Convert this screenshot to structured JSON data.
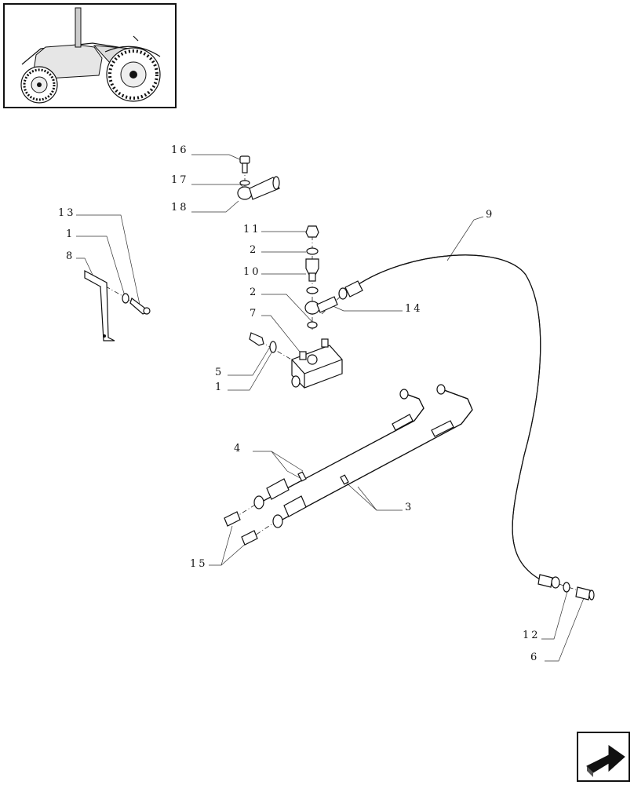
{
  "labels": {
    "l16": "16",
    "l17": "17",
    "l18": "18",
    "l13": "13",
    "l1a": "1",
    "l8": "8",
    "l11": "11",
    "l2a": "2",
    "l10": "10",
    "l2b": "2",
    "l7": "7",
    "l14": "14",
    "l9": "9",
    "l5": "5",
    "l1b": "1",
    "l4": "4",
    "l3": "3",
    "l15": "15",
    "l12": "12",
    "l6": "6"
  },
  "icons": {
    "thumbnail": "tractor-thumbnail-icon",
    "nav": "next-page-arrow-icon"
  }
}
